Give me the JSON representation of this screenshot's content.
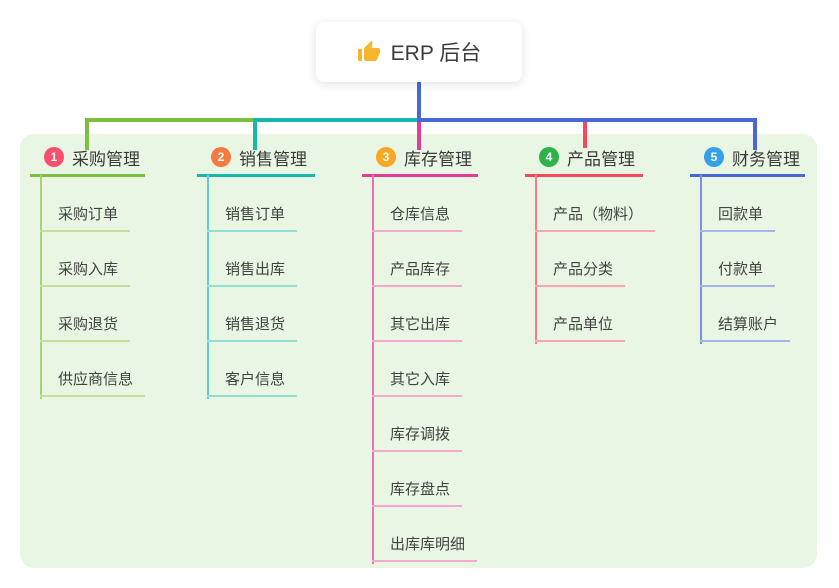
{
  "root": {
    "title": "ERP 后台",
    "icon": "thumbs-up"
  },
  "branches": [
    {
      "badge": "1",
      "label": "采购管理",
      "badge_color": "#F8506C",
      "line_color": "#7CBE41",
      "children": [
        "采购订单",
        "采购入库",
        "采购退货",
        "供应商信息"
      ]
    },
    {
      "badge": "2",
      "label": "销售管理",
      "badge_color": "#F47B3F",
      "line_color": "#16B8AC",
      "children": [
        "销售订单",
        "销售出库",
        "销售退货",
        "客户信息"
      ]
    },
    {
      "badge": "3",
      "label": "库存管理",
      "badge_color": "#F7A823",
      "line_color": "#E23C97",
      "children": [
        "仓库信息",
        "产品库存",
        "其它出库",
        "其它入库",
        "库存调拨",
        "库存盘点",
        "出库库明细"
      ]
    },
    {
      "badge": "4",
      "label": "产品管理",
      "badge_color": "#2EB34B",
      "line_color": "#F8485E",
      "children": [
        "产品（物料）",
        "产品分类",
        "产品单位"
      ]
    },
    {
      "badge": "5",
      "label": "财务管理",
      "badge_color": "#35A0E8",
      "line_color": "#4A67D8",
      "children": [
        "回款单",
        "付款单",
        "结算账户"
      ]
    }
  ],
  "connectors": {
    "root_stem_color": "#4A67D8",
    "panel_background": "#EAF6E4"
  }
}
